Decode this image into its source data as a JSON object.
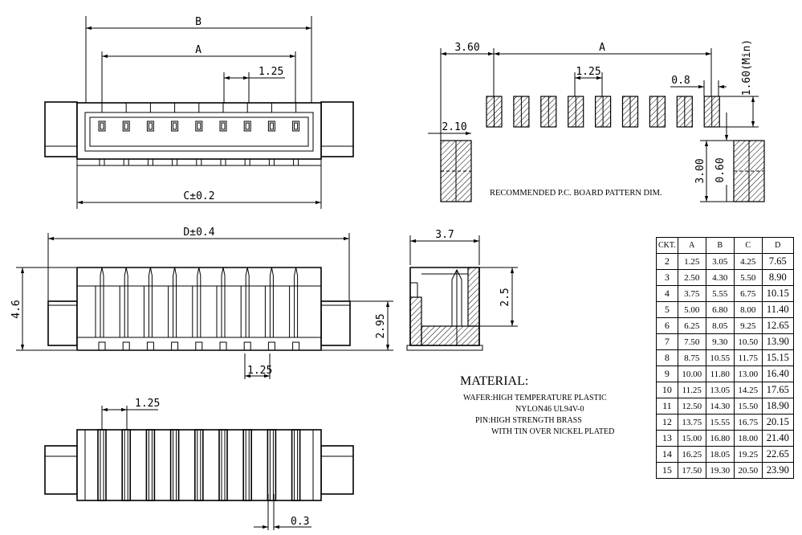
{
  "top_view": {
    "dim_b": "B",
    "dim_a": "A",
    "pitch": "1.25",
    "dim_c": "C±0.2"
  },
  "side_view": {
    "dim_d": "D±0.4",
    "height": "4.6",
    "pin_height": "2.95",
    "pitch": "1.25"
  },
  "bottom_view": {
    "pitch": "1.25",
    "pin_width": "0.3"
  },
  "section_view": {
    "width": "3.7",
    "height": "2.5"
  },
  "pcb_pattern": {
    "offset": "3.60",
    "dim_a": "A",
    "pitch": "1.25",
    "pad_width": "0.8",
    "min_height": "1.60(Min)",
    "tab_width": "2.10",
    "tab_height": "3.00",
    "tab_offset": "0.60",
    "caption": "RECOMMENDED P.C. BOARD PATTERN DIM."
  },
  "material": {
    "title": "MATERIAL:",
    "lines": [
      "WAFER:HIGH TEMPERATURE PLASTIC",
      "NYLON46 UL94V-0",
      "PIN:HIGH STRENGTH BRASS",
      "WITH TIN OVER NICKEL PLATED"
    ]
  },
  "table": {
    "headers": [
      "CKT.",
      "A",
      "B",
      "C",
      "D"
    ],
    "rows": [
      [
        "2",
        "1.25",
        "3.05",
        "4.25",
        "7.65"
      ],
      [
        "3",
        "2.50",
        "4.30",
        "5.50",
        "8.90"
      ],
      [
        "4",
        "3.75",
        "5.55",
        "6.75",
        "10.15"
      ],
      [
        "5",
        "5.00",
        "6.80",
        "8.00",
        "11.40"
      ],
      [
        "6",
        "6.25",
        "8.05",
        "9.25",
        "12.65"
      ],
      [
        "7",
        "7.50",
        "9.30",
        "10.50",
        "13.90"
      ],
      [
        "8",
        "8.75",
        "10.55",
        "11.75",
        "15.15"
      ],
      [
        "9",
        "10.00",
        "11.80",
        "13.00",
        "16.40"
      ],
      [
        "10",
        "11.25",
        "13.05",
        "14.25",
        "17.65"
      ],
      [
        "11",
        "12.50",
        "14.30",
        "15.50",
        "18.90"
      ],
      [
        "12",
        "13.75",
        "15.55",
        "16.75",
        "20.15"
      ],
      [
        "13",
        "15.00",
        "16.80",
        "18.00",
        "21.40"
      ],
      [
        "14",
        "16.25",
        "18.05",
        "19.25",
        "22.65"
      ],
      [
        "15",
        "17.50",
        "19.30",
        "20.50",
        "23.90"
      ]
    ]
  }
}
